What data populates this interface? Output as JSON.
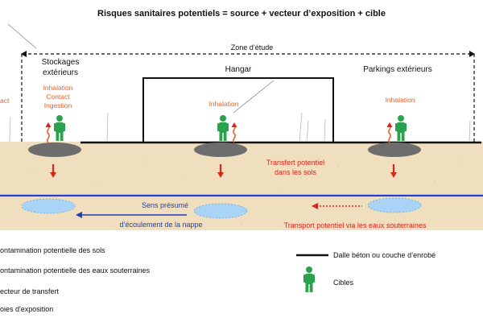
{
  "title": "Risques sanitaires potentiels = source + vecteur d’exposition + cible",
  "study_zone": "Zone d’étude",
  "zones": {
    "stockages_line1": "Stockages",
    "stockages_line2": "extérieurs",
    "hangar": "Hangar",
    "parkings": "Parkings extérieurs"
  },
  "exposure": {
    "left_line1": "Inhalation",
    "left_line2": "Contact",
    "left_line3": "Ingestion",
    "left_cut": "act",
    "center": "Inhalation",
    "right": "Inhalation"
  },
  "transfer_soil_line1": "Transfert potentiel",
  "transfer_soil_line2": "dans les sols",
  "flow_line1": "Sens présumé",
  "flow_line2": "d’écoulement de la nappe",
  "groundwater_transport": "Transport potentiel via les eaux souterraines",
  "legend": {
    "soil_contamination": "ontamination potentielle des sols",
    "groundwater_contamination": "ontamination potentielle des eaux souterraines",
    "transfer_vector": "ecteur de transfert",
    "exposure_routes": "oies d'exposition",
    "slab": "Dalle béton ou couche d’enrobé",
    "targets": "Cibles"
  },
  "colors": {
    "soil": "#f0dfbf",
    "water_line": "#1f3fd6",
    "water_lens": "#a9d4f5",
    "contamination": "#6d6d6d",
    "person": "#2aa24d",
    "arrow_red": "#d9241c",
    "exposure_text": "#e8612a",
    "flow_text": "#1f3fb8"
  },
  "icons": [
    "person-icon",
    "wavy-exposure-arrow-icon",
    "down-arrow-icon"
  ]
}
